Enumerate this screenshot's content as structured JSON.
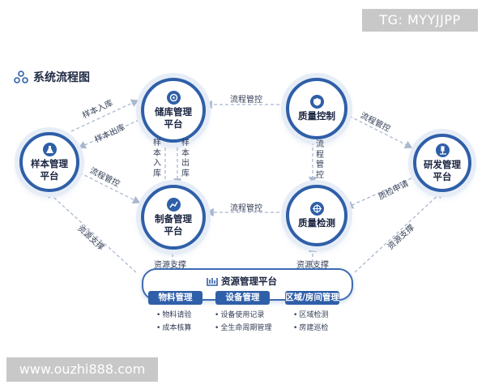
{
  "watermarks": {
    "top": "TG: MYYJJPP",
    "bottom": "www.ouzhi888.com"
  },
  "title": "系统流程图",
  "nodes": {
    "sample": {
      "line1": "样本管理",
      "line2": "平台",
      "icon": "flask-icon"
    },
    "storage": {
      "line1": "储库管理",
      "line2": "平台",
      "icon": "storage-icon"
    },
    "prep": {
      "line1": "制备管理",
      "line2": "平台",
      "icon": "chart-line-icon"
    },
    "qc": {
      "line1": "质量控制",
      "line2": "",
      "icon": "shield-icon"
    },
    "qtest": {
      "line1": "质量检测",
      "line2": "",
      "icon": "target-icon"
    },
    "rd": {
      "line1": "研发管理",
      "line2": "平台",
      "icon": "microscope-icon"
    }
  },
  "edges": {
    "sample_to_storage_in": "样本入库",
    "storage_to_sample_out": "样本出库",
    "sample_to_prep": "流程管控",
    "qc_to_storage": "流程管控",
    "storage_to_prep_in": "样本入库",
    "storage_to_prep_out": "样本出库",
    "qc_to_rd": "流程管控",
    "qc_to_qtest": "流程管控",
    "qtest_to_prep": "流程管控",
    "rd_to_qtest": "质检申请",
    "res_to_sample": "资源支撑",
    "res_to_prep": "资源支撑",
    "res_to_qtest": "资源支撑",
    "res_to_rd": "资源支撑"
  },
  "platform": {
    "title": "资源管理平台",
    "modules": [
      {
        "name": "物料管理",
        "items": [
          "物料请验",
          "成本核算"
        ]
      },
      {
        "name": "设备管理",
        "items": [
          "设备使用记录",
          "全生命周期管理"
        ]
      },
      {
        "name": "区域/房间管理",
        "items": [
          "区域检测",
          "房建巡检"
        ]
      }
    ]
  },
  "colors": {
    "primary": "#2f5fa8",
    "ring": "#e6edf7",
    "arrow": "#aab8cf"
  }
}
